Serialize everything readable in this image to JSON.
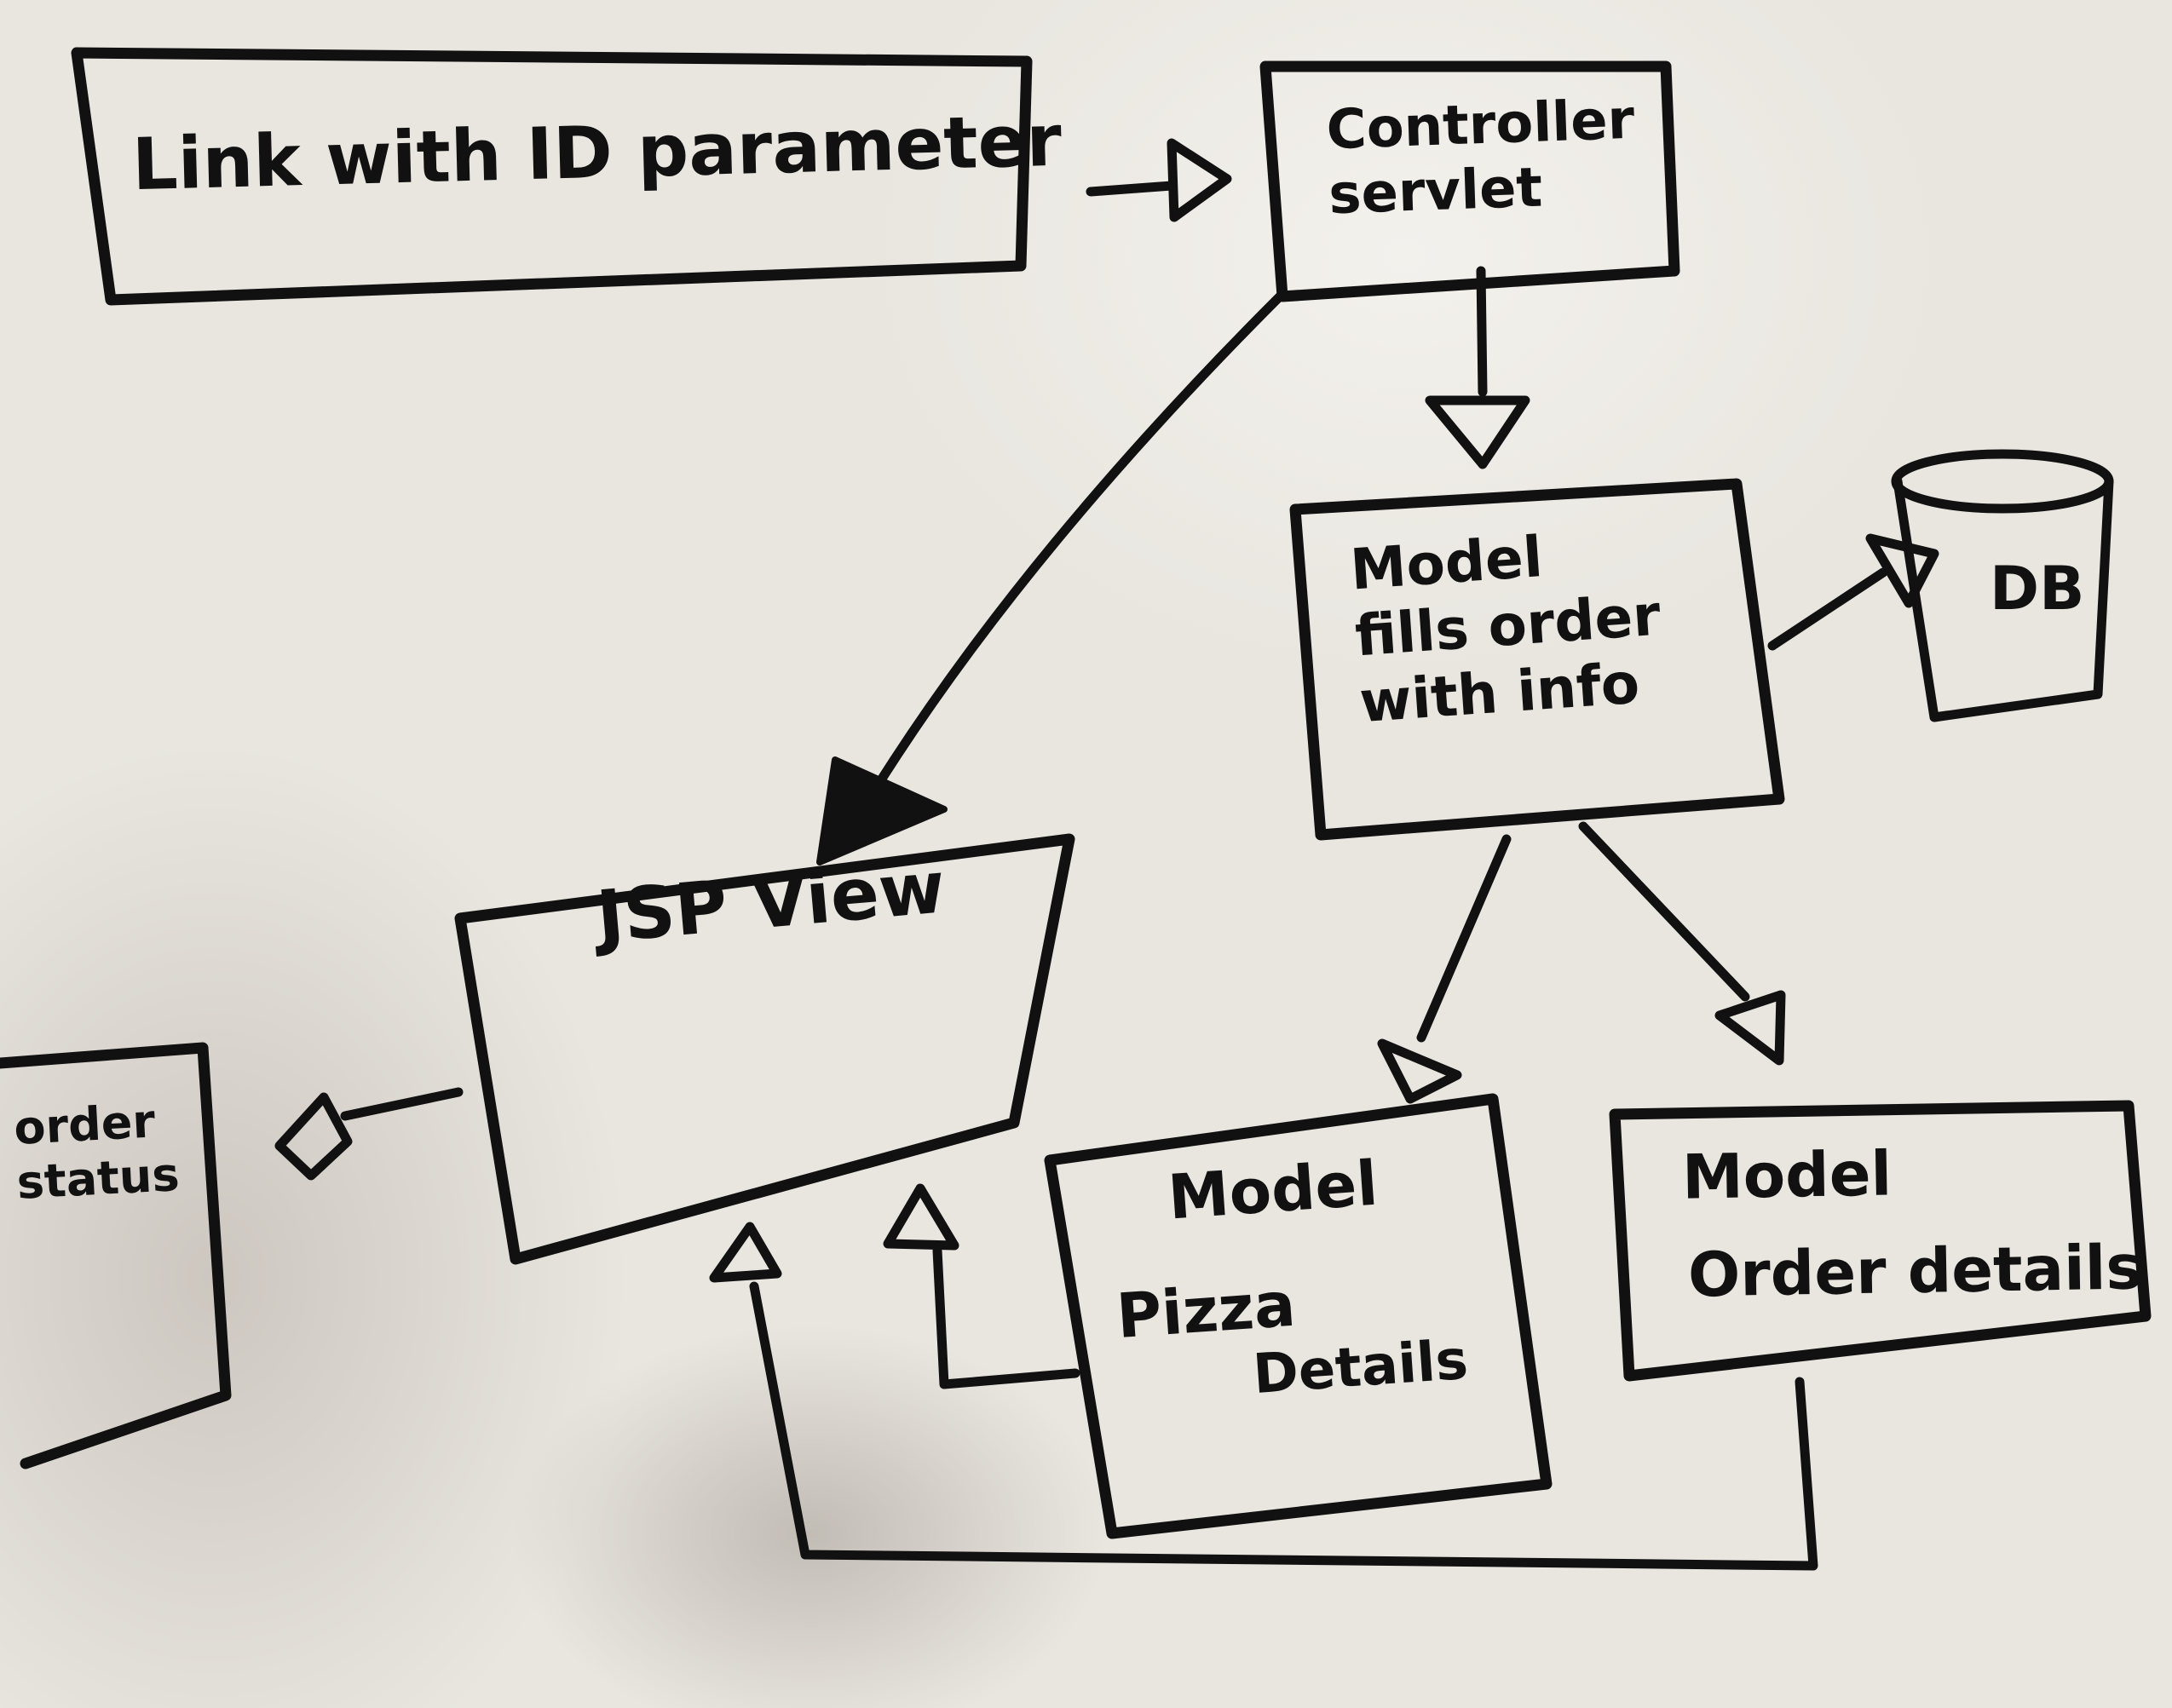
{
  "nodes": {
    "link": {
      "label": "Link with ID parameter"
    },
    "controller": {
      "line1": "Controller",
      "line2": "servlet"
    },
    "model_main": {
      "title": "Model",
      "line1": "fills order",
      "line2": "with info"
    },
    "db": {
      "label": "DB"
    },
    "jsp_view": {
      "label": "JSP View"
    },
    "order_status": {
      "line1": "order",
      "line2": "status"
    },
    "model_pizza": {
      "title": "Model",
      "line1": "Pizza",
      "line2": "Details"
    },
    "model_order": {
      "title": "Model",
      "line1": "Order details"
    }
  },
  "edges": [
    {
      "from": "Link with ID parameter",
      "to": "Controller servlet"
    },
    {
      "from": "Controller servlet",
      "to": "Model"
    },
    {
      "from": "Controller servlet",
      "to": "JSP View"
    },
    {
      "from": "Model",
      "to": "DB"
    },
    {
      "from": "Model",
      "to": "Model Pizza Details"
    },
    {
      "from": "Model",
      "to": "Model Order details"
    },
    {
      "from": "Model Pizza Details",
      "to": "JSP View"
    },
    {
      "from": "Model Order details",
      "to": "JSP View"
    },
    {
      "from": "JSP View",
      "to": "order status"
    }
  ],
  "colors": {
    "ink": "#111111",
    "paper": "#e9e6e0"
  }
}
